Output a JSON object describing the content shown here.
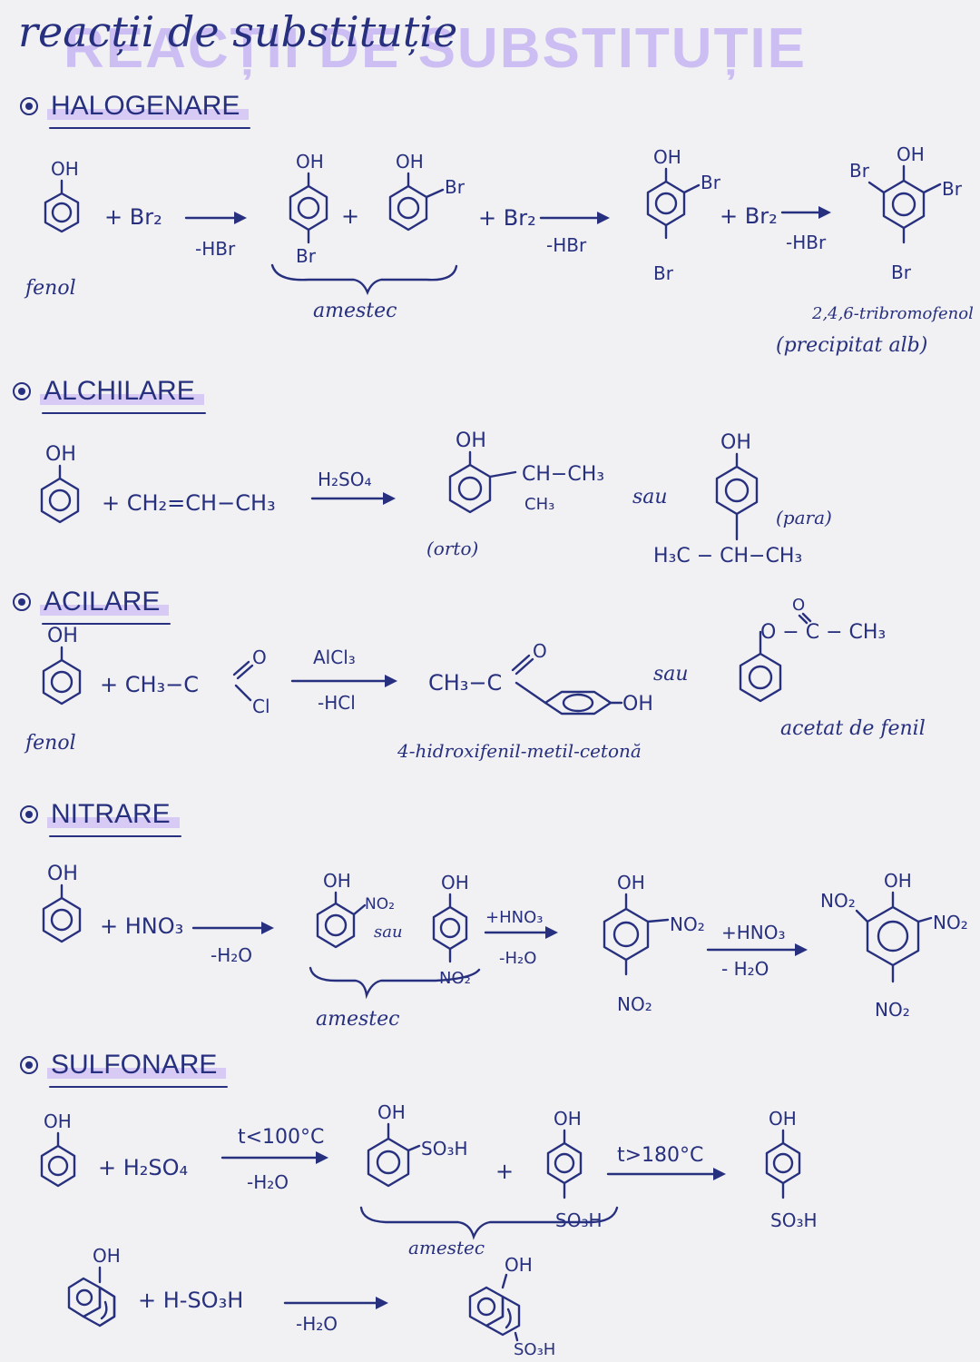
{
  "title": {
    "script": "reacții de substituție",
    "overlay": "REACȚII DE SUBSTITUȚIE"
  },
  "halogenare": {
    "heading": "HALOGENARE",
    "oh": "OH",
    "br": "Br",
    "plus": "+",
    "reagent": "+ Br₂",
    "byproduct": "-HBr",
    "phenol": "fenol",
    "mixture": "amestec",
    "product_name": "2,4,6-tribromofenol",
    "product_note": "(precipitat alb)"
  },
  "alchilare": {
    "heading": "ALCHILARE",
    "oh": "OH",
    "reagent": "+ CH₂=CH−CH₃",
    "catalyst": "H₂SO₄",
    "ortho_group_top": "CH−CH₃",
    "ortho_group_bottom": "CH₃",
    "ortho": "(orto)",
    "or": "sau",
    "para_group": "H₃C − CH−CH₃",
    "para": "(para)"
  },
  "acilare": {
    "heading": "ACILARE",
    "oh": "OH",
    "phenol": "fenol",
    "reagent_left": "+ CH₃−C",
    "o": "O",
    "cl": "Cl",
    "catalyst": "AlCl₃",
    "byproduct": "-HCl",
    "product_left": "CH₃−C",
    "product_oh": "OH",
    "product_name": "4-hidroxifenil-metil-cetonă",
    "or": "sau",
    "ester_group": "O − C − CH₃",
    "ester_name": "acetat de fenil"
  },
  "nitrare": {
    "heading": "NITRARE",
    "oh": "OH",
    "no2": "NO₂",
    "reagent": "+ HNO₃",
    "byproduct": "-H₂O",
    "or": "sau",
    "mixture": "amestec",
    "reagent2": "+HNO₃",
    "byproduct2": "-H₂O",
    "reagent3": "+HNO₃",
    "byproduct3": "- H₂O"
  },
  "sulfonare": {
    "heading": "SULFONARE",
    "oh": "OH",
    "so3h": "SO₃H",
    "reagent": "+ H₂SO₄",
    "condition1": "t<100°C",
    "byproduct": "-H₂O",
    "plus": "+",
    "mixture": "amestec",
    "condition2": "t>180°C",
    "naphthol_reagent": "+ H-SO₃H",
    "naphthol_byproduct": "-H₂O"
  }
}
